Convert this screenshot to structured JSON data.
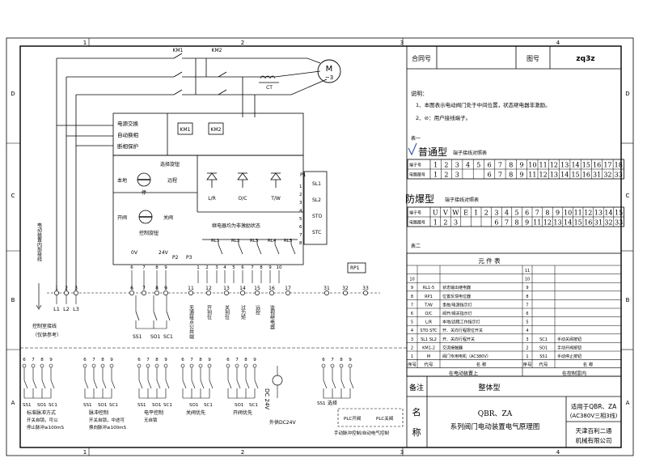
{
  "frame": {
    "columns": [
      "1",
      "2",
      "3",
      "4"
    ],
    "rows": [
      "D",
      "C",
      "B",
      "A"
    ]
  },
  "contract": {
    "label": "合同号",
    "value": ""
  },
  "drawing_no": {
    "label": "图号",
    "value": "zq3z"
  },
  "notes": {
    "title": "说明：",
    "items": [
      "1、本图表示电动阀门处于中间位置，状态继电器非激励。",
      "2、⊘：用户接线端子。"
    ]
  },
  "table1": {
    "title": "表一",
    "ordinary": {
      "name": "普通型",
      "caption": "端子接线对照表",
      "row1_label": "端子号",
      "row1": [
        "1",
        "2",
        "3",
        "4",
        "5",
        "6",
        "7",
        "8",
        "9",
        "10",
        "11",
        "12",
        "13",
        "14",
        "15",
        "16",
        "17",
        "18"
      ],
      "row2_label": "电路图号",
      "row2": [
        "1",
        "2",
        "3",
        "",
        "",
        "6",
        "7",
        "8",
        "9",
        "11",
        "12",
        "13",
        "14",
        "15",
        "16",
        "31",
        "32",
        "33"
      ]
    },
    "explosion": {
      "name": "防爆型",
      "caption": "端子接线对照表",
      "row1_label": "端子号",
      "row1": [
        "U",
        "V",
        "W",
        "E",
        "1",
        "2",
        "3",
        "4",
        "5",
        "6",
        "7",
        "8",
        "9",
        "10",
        "11",
        "12",
        "13",
        "14",
        "15"
      ],
      "row2_label": "电路图号",
      "row2": [
        "1",
        "2",
        "3",
        "",
        "",
        "",
        "6",
        "7",
        "8",
        "9",
        "11",
        "12",
        "13",
        "14",
        "15",
        "16",
        "31",
        "32",
        "33"
      ]
    }
  },
  "table2": {
    "title": "表二",
    "header": "元    件    表",
    "rows": [
      {
        "left_no": "",
        "left_code": "",
        "left_name": "",
        "right_no": "11",
        "right_code": "",
        "right_name": ""
      },
      {
        "left_no": "10",
        "left_code": "",
        "left_name": "",
        "right_no": "10",
        "right_code": "",
        "right_name": ""
      },
      {
        "left_no": "9",
        "left_code": "RL1-5",
        "left_name": "状态输出继电器",
        "right_no": "9",
        "right_code": "",
        "right_name": ""
      },
      {
        "left_no": "8",
        "left_code": "RP1",
        "left_name": "位置反馈电位器",
        "right_no": "8",
        "right_code": "",
        "right_name": ""
      },
      {
        "left_no": "7",
        "left_code": "T/W",
        "left_name": "事故/电源指示灯",
        "right_no": "7",
        "right_code": "",
        "right_name": ""
      },
      {
        "left_no": "6",
        "left_code": "O/C",
        "left_name": "阀开/阀关指示灯",
        "right_no": "6",
        "right_code": "",
        "right_name": ""
      },
      {
        "left_no": "5",
        "left_code": "L/R",
        "left_name": "本地/远程工作指示灯",
        "right_no": "5",
        "right_code": "",
        "right_name": ""
      },
      {
        "left_no": "4",
        "left_code": "STO STC",
        "left_name": "开、关向行程限位开关",
        "right_no": "4",
        "right_code": "",
        "right_name": ""
      },
      {
        "left_no": "3",
        "left_code": "SL1 SL2",
        "left_name": "开、关向行程开关",
        "right_no": "3",
        "right_code": "SC1",
        "right_name": "手动关阀按钮"
      },
      {
        "left_no": "2",
        "left_code": "KM1-2",
        "left_name": "交流接触器",
        "right_no": "2",
        "right_code": "SO1",
        "right_name": "手动开阀按钮"
      },
      {
        "left_no": "1",
        "left_code": "M",
        "left_name": "阀门专用电机（AC380V）",
        "right_no": "1",
        "right_code": "SS1",
        "right_name": "手动停止按钮"
      }
    ],
    "foot": [
      "序号",
      "代号",
      "名    称",
      "序号",
      "代号",
      "名    称"
    ],
    "bottom": [
      "在电动装置上",
      "在控制室内"
    ]
  },
  "remarks": {
    "label": "备注",
    "value": "整体型"
  },
  "title_block": {
    "name_label": "名称",
    "name_label_1": "名",
    "name_label_2": "称",
    "product": "QBR、ZA",
    "description": "系列阀门电动装置电气原理图",
    "applicable_line1": "适用于QBR、ZA",
    "applicable_line2": "(AC380V三相3线)",
    "company_line1": "天津百利二通",
    "company_line2": "机械有限公司"
  },
  "circuit": {
    "motor": "M",
    "motor_sub": "~3",
    "km1": "KM1",
    "km2": "KM2",
    "ct": "CT",
    "box_lines": [
      "电源交换",
      "自动换相",
      "断相保护"
    ],
    "selector_title": "选择旋钮",
    "local": "本地",
    "remote": "远程",
    "stop": "停",
    "open": "开阀",
    "close": "关阀",
    "control_knob": "控制旋钮",
    "leds": [
      "L/R",
      "O/C",
      "T/W"
    ],
    "p1": "P1",
    "p2": "P2",
    "p3": "P3",
    "v0": "0V",
    "v24": "24V",
    "relay_state": "继电器均为非激励状态",
    "relays": [
      "RL1",
      "RL2",
      "RL3",
      "RL4",
      "RL5"
    ],
    "switches": [
      "SL1",
      "SL2",
      "STO",
      "STC"
    ],
    "rp1": "RP1",
    "terminals_left": [
      "1",
      "2",
      "3"
    ],
    "terminal_phases": [
      "L1",
      "L2",
      "L3"
    ],
    "terminals_mid": [
      "6",
      "7",
      "8",
      "9"
    ],
    "terminals_mid_top": [
      "6",
      "7",
      "8",
      "9"
    ],
    "terminals_relay": [
      "11",
      "12",
      "13",
      "14",
      "15",
      "16",
      "17"
    ],
    "terminals_rp": [
      "31",
      "32",
      "33"
    ],
    "p3_top": [
      "1",
      "2",
      "3",
      "4",
      "5",
      "6",
      "7",
      "8",
      "9",
      "10"
    ],
    "p1_side": [
      "1",
      "2",
      "3",
      "4",
      "5",
      "6",
      "7",
      "8"
    ],
    "relay_labels": [
      "无源接点公共端",
      "开到位",
      "关到位",
      "过力矩",
      "远控",
      "监视继电器"
    ],
    "side_text_1": "电动装置内部接线",
    "side_text_2": "控制室接线",
    "side_text_3": "（仅供参考）",
    "btn_names": [
      "SS1",
      "SO1",
      "SC1"
    ],
    "bottom_modes": [
      "标准脉冲方式",
      "脉冲控制",
      "电平控制",
      "关阀优先",
      "开阀优先"
    ],
    "mode_desc1": [
      "开关自锁，可以",
      "开关自锁，中途可",
      "无自锁"
    ],
    "mode_desc2": [
      "停止脉冲≥100mS",
      "换向脉冲≥100mS"
    ],
    "dc24": "DC 24V",
    "ext_dc": "外供DC24V",
    "select": "选择",
    "plc_open": "PLC开阀",
    "plc_close": "PLC关阀",
    "manual_auto": "手动脉冲控制/自动电气控制"
  },
  "colors": {
    "line": "#000000",
    "background": "#ffffff"
  }
}
